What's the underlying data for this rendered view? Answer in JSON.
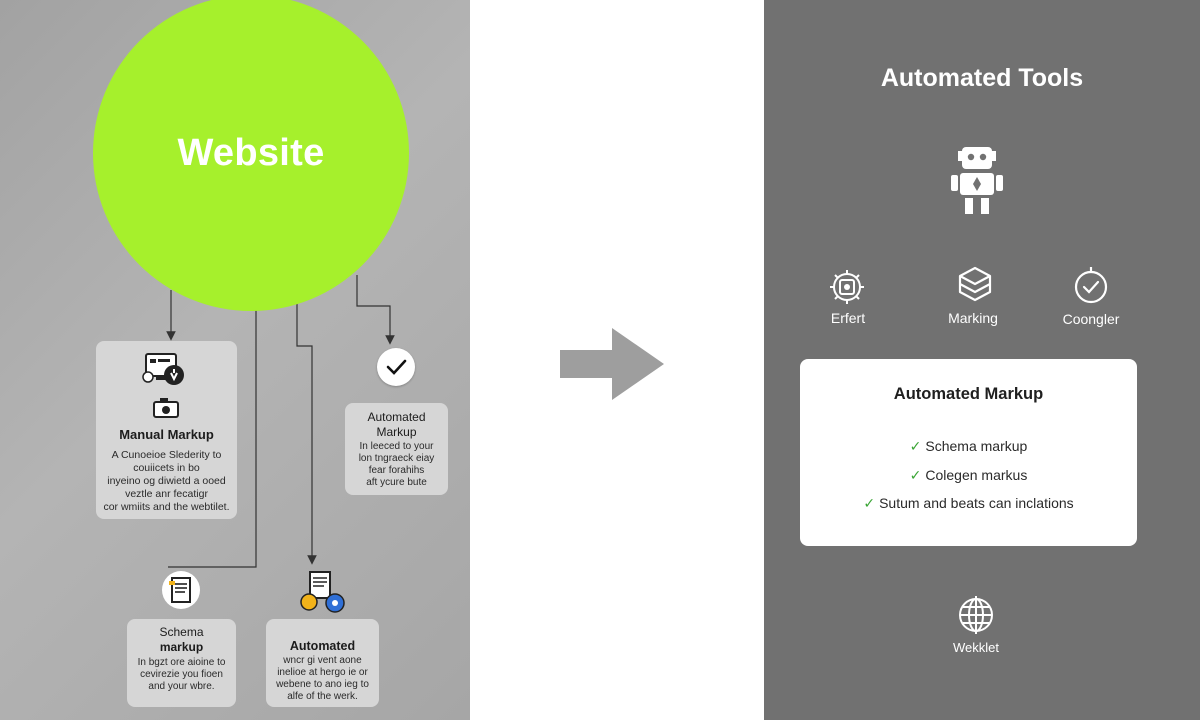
{
  "website": {
    "title": "Website"
  },
  "cards": {
    "manual": {
      "title": "Manual Markup",
      "lines": [
        "A Cunoeioe Slederity to",
        "couiicets in bo",
        "inyeino og diwietd a ooed",
        "veztle anr fecatigr",
        "cor wmiits and the webtilet."
      ]
    },
    "automated_mid": {
      "title_lines": [
        "Automated",
        "Markup"
      ],
      "lines": [
        "In leeced to your",
        "lon tngraeck eiay",
        "fear forahihs",
        "aft ycure bute"
      ]
    },
    "schema": {
      "title_lines": [
        "Schema",
        "markup"
      ],
      "lines": [
        "In bgzt ore aioine to",
        "cevirezie you fioen",
        "and your wbre."
      ]
    },
    "automated_bottom": {
      "title": "Automated",
      "lines": [
        "wncr gi vent aone",
        "inelioe at hergo ie or",
        "webene to ano ieg to",
        "alfe of the werk."
      ]
    }
  },
  "right": {
    "title": "Automated Tools",
    "tools": [
      {
        "label": "Erfert",
        "icon": "gear-chip-icon"
      },
      {
        "label": "Marking",
        "icon": "cube-icon"
      },
      {
        "label": "Coongler",
        "icon": "check-target-icon"
      }
    ],
    "card": {
      "title": "Automated Markup",
      "items": [
        "Schema markup",
        "Colegen markus",
        "Sutum and beats can inclations"
      ]
    },
    "bottom_label": "Wekklet"
  },
  "colors": {
    "accent_green": "#a6f02c",
    "left_bg": "#a8a8a8",
    "right_bg": "#717171",
    "check_green": "#3aa535",
    "arrow_gray": "#9e9e9e"
  }
}
